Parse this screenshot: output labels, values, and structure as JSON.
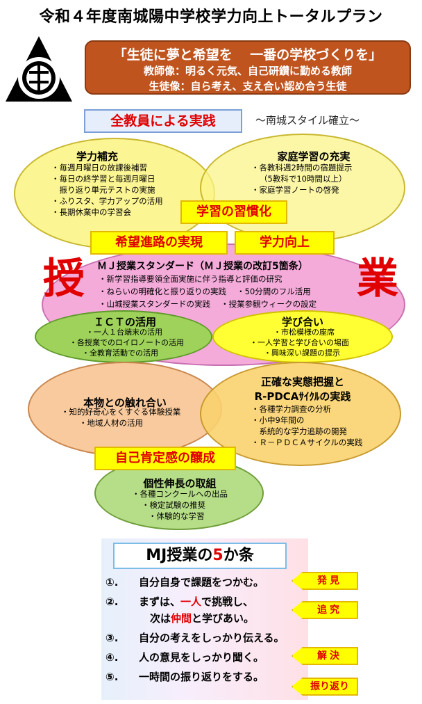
{
  "title": "令和４年度南城陽中学校学力向上トータルプラン",
  "motto": {
    "line1": "「生徒に夢と希望を　 一番の学校づくりを」",
    "line2": "教師像：明るく元気、自己研鑽に勤める教師",
    "line3": "生徒像：自ら考え、支え合い認め合う生徒"
  },
  "practice_label": "全教員による実践",
  "style_label": "～南城スタイル確立～",
  "gakuryoku_hoju": {
    "title": "学力補充",
    "items": [
      "・毎週月曜日の放課後補習",
      "・毎日の終学習と毎週月曜日",
      "　振り返り単元テストの実施",
      "・ふりスタ、学力アップの活用",
      "・長期休業中の学習会"
    ]
  },
  "katei_gakushu": {
    "title": "家庭学習の充実",
    "items": [
      "・各教科週2時間の宿題提示",
      "（5教科で10時間以上）",
      "・家庭学習ノートの啓発"
    ]
  },
  "label_shukanka": "学習の習慣化",
  "label_kibou": "希望進路の実現",
  "label_gakuryoku": "学力向上",
  "big_kanji_left": "授",
  "big_kanji_right": "業",
  "mj_standard": {
    "title": "ＭＪ授業スタンダード（ＭＪ授業の改訂5箇条）",
    "items": [
      "・新学習指導要領全面実施に伴う指導と評価の研究",
      "・ねらいの明確化と振り返りの実践　 ・50分間のフル活用",
      "・山城授業スタンダードの実践　 ・授業参観ウィークの設定"
    ]
  },
  "ict": {
    "title": "ＩＣＴの活用",
    "items": [
      "・一人１台端末の活用",
      "・各授業でのロイロノートの活用",
      "・全教育活動での活用"
    ]
  },
  "manabiai": {
    "title": "学び合い",
    "items": [
      "・市松模様の座席",
      "・一人学習と学び合いの場面",
      "・興味深い課題の提示"
    ]
  },
  "honmono": {
    "title": "本物との触れ合い",
    "items": [
      "・知的好奇心をくすぐる体験授業",
      "・地域人材の活用"
    ]
  },
  "seikaku": {
    "title1": "正確な実態把握と",
    "title2": "R-PDCAｻｲｸﾙの実践",
    "items": [
      "・各種学力調査の分析",
      "・小中9年間の",
      "　系統的な学力追跡の開発",
      "・Ｒ－ＰＤＣＡサイクルの実践"
    ]
  },
  "label_jiko": "自己肯定感の醸成",
  "kosei": {
    "title": "個性伸長の取組",
    "items": [
      "・各種コンクールへの出品",
      "・検定試験の推奨",
      "・体験的な学習"
    ]
  },
  "mj5": {
    "title_a": "MJ授業の",
    "title_num": "5",
    "title_b": "か条",
    "rules": [
      {
        "num": "①.",
        "text": "自分自身で課題をつかむ。"
      },
      {
        "num": "②.",
        "text_a": "まずは、",
        "text_red1": "一人",
        "text_b": "で挑戦し、"
      },
      {
        "text_c": "次は",
        "text_red2": "仲間",
        "text_d": "と学びあい。"
      },
      {
        "num": "③.",
        "text": "自分の考えをしっかり伝える。"
      },
      {
        "num": "④.",
        "text": "人の意見をしっかり聞く。"
      },
      {
        "num": "⑤.",
        "text": "一時間の振り返りをする。"
      }
    ],
    "tags": [
      "発見",
      "追究",
      "解決",
      "振り返り"
    ]
  },
  "colors": {
    "yellow_ellipse": "#fbf48a",
    "pink_ellipse": "#f3a6d8",
    "green_ellipse": "#9ed25a",
    "orange_ellipse": "#f9c798",
    "accent_red": "#e00000"
  }
}
